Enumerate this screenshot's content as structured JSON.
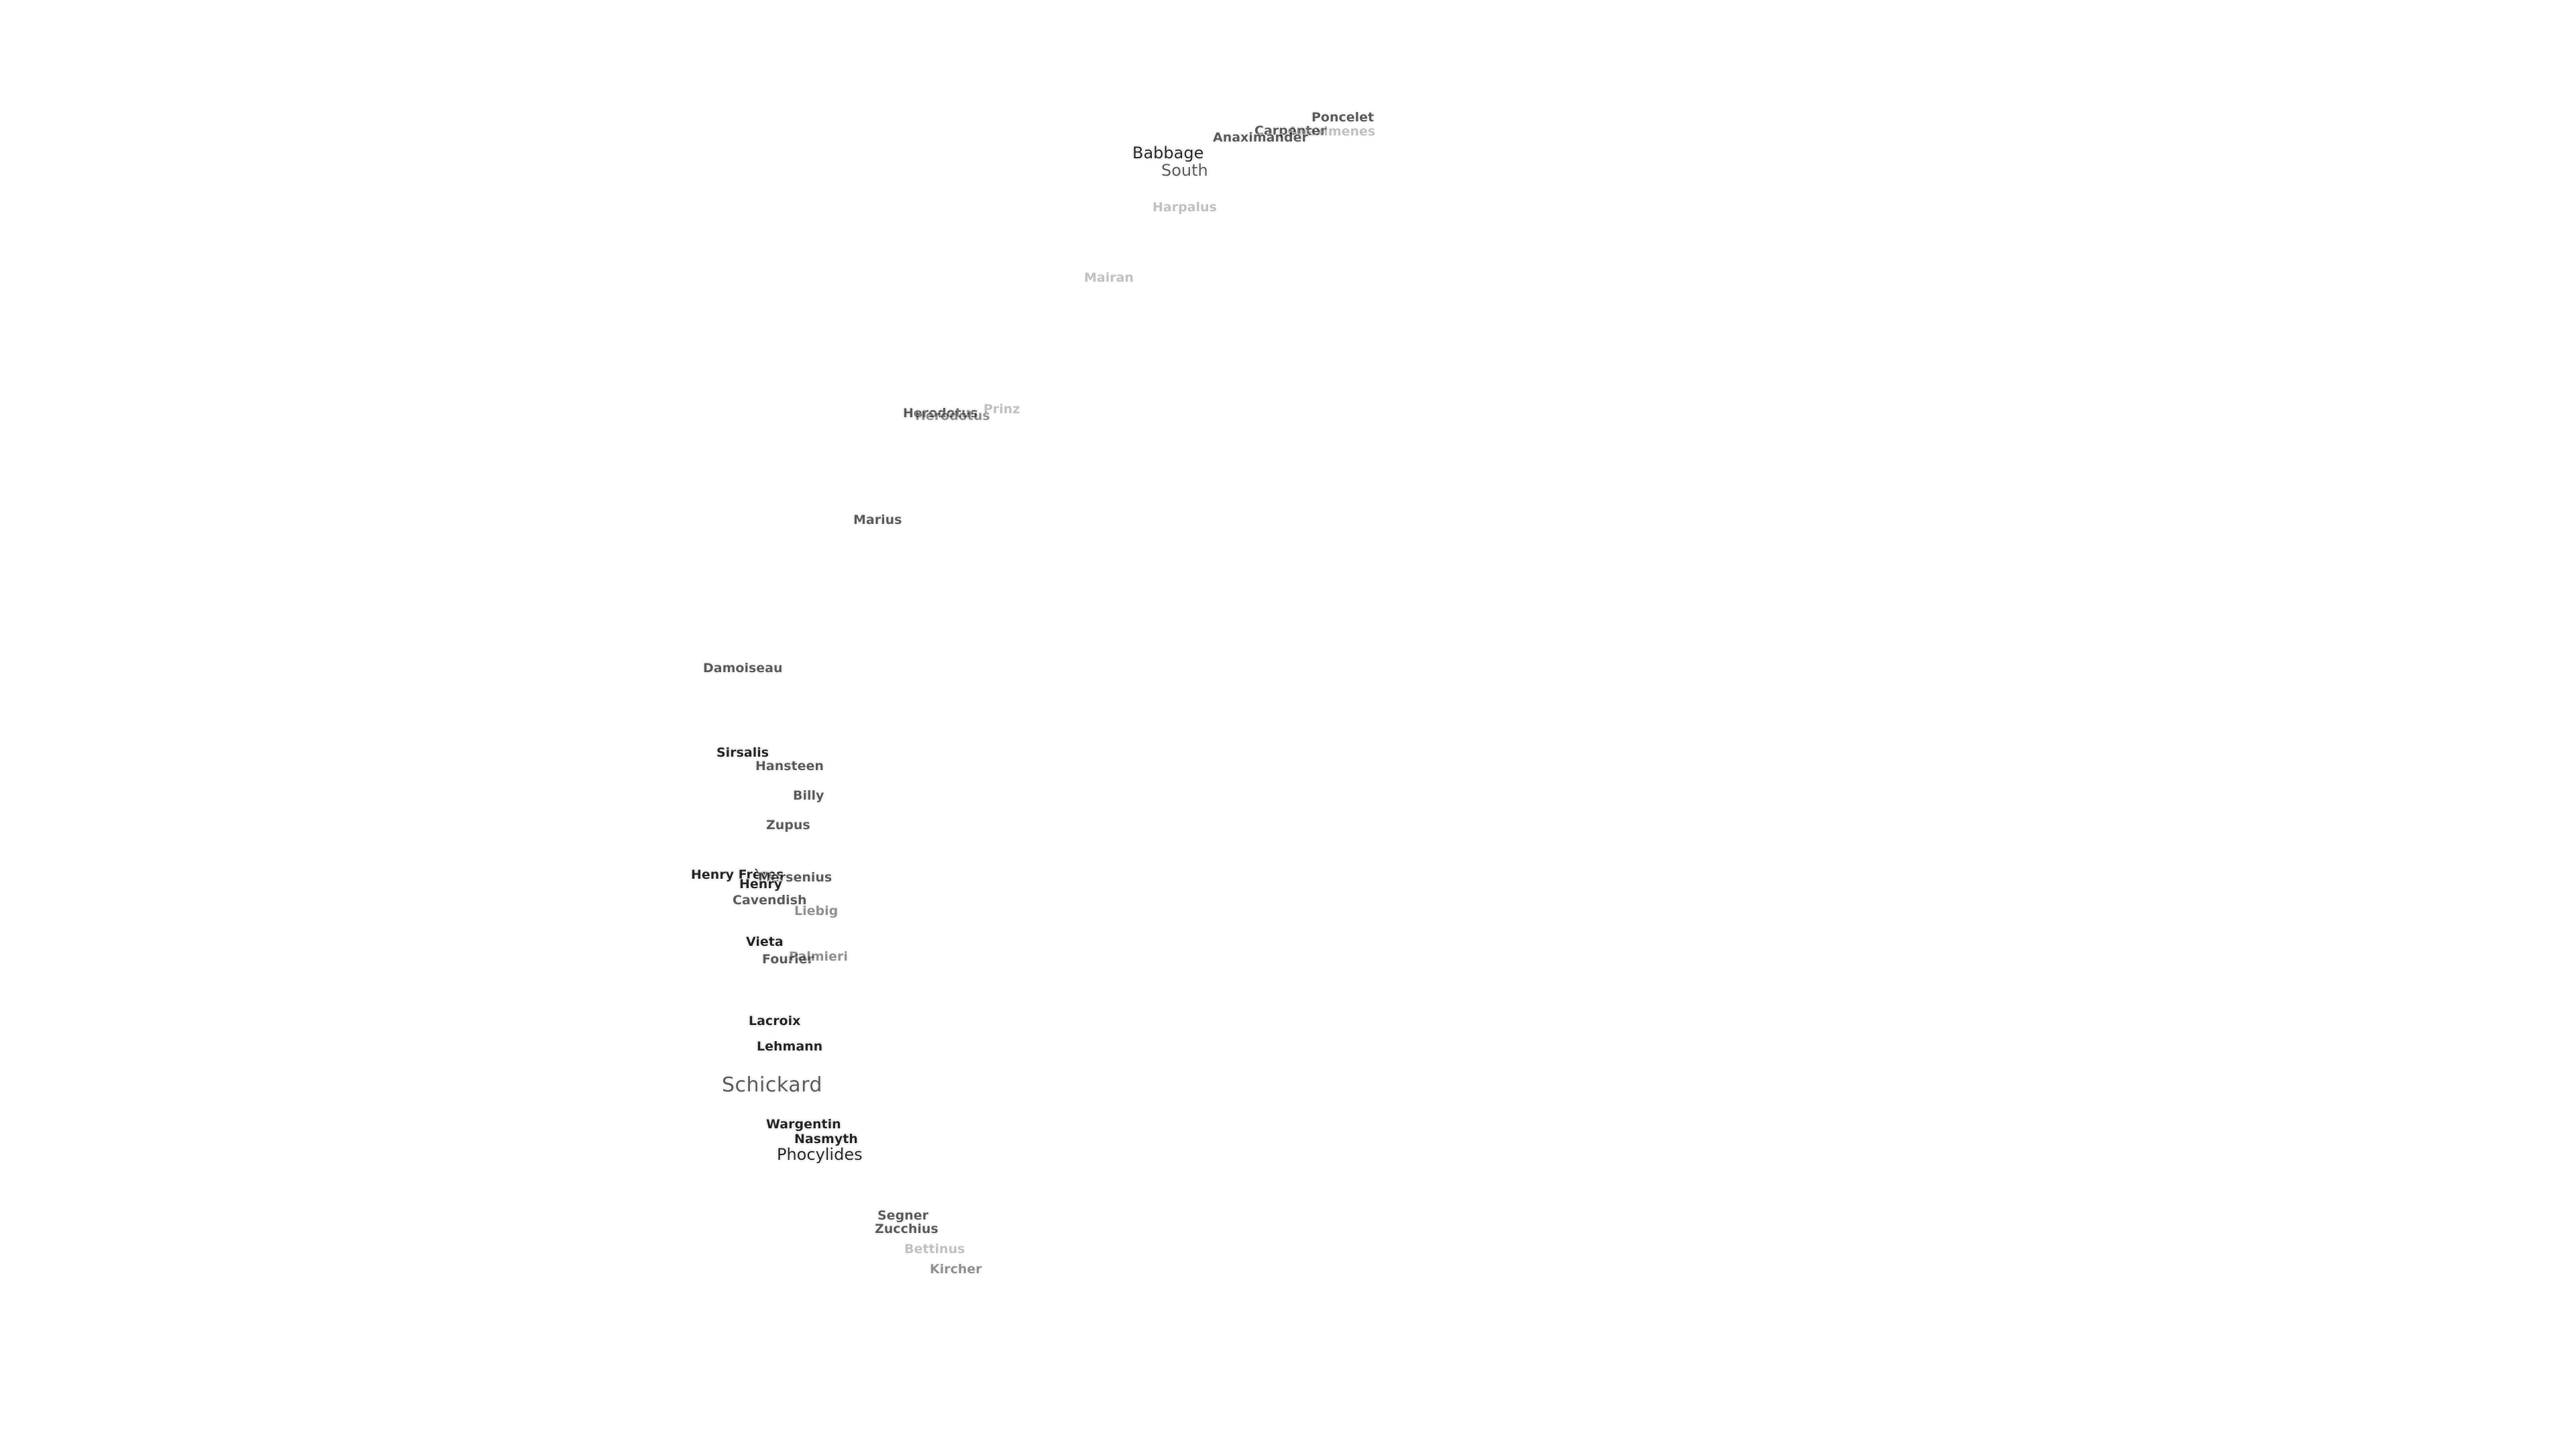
{
  "labels": {
    "poncelet": "Poncelet",
    "carpenter": "Carpenter",
    "anaximenes": "Anaximenes",
    "anaximander": "Anaximander",
    "babbage": "Babbage",
    "south": "South",
    "harpalus": "Harpalus",
    "mairan": "Mairan",
    "herodotus": "Herodotus",
    "prinz": "Prinz",
    "marius": "Marius",
    "damoiseau": "Damoiseau",
    "sirsalis": "Sirsalis",
    "hansteen": "Hansteen",
    "billy": "Billy",
    "zupus": "Zupus",
    "henry_freres": "Henry Frères",
    "henry": "Henry",
    "mersenius": "Mersenius",
    "cavendish": "Cavendish",
    "liebig": "Liebig",
    "vieta": "Vieta",
    "fourier": "Fourier",
    "palmieri": "Palmieri",
    "lacroix": "Lacroix",
    "lehmann": "Lehmann",
    "schickard": "Schickard",
    "wargentin": "Wargentin",
    "nasmyth": "Nasmyth",
    "phocylides": "Phocylides",
    "segner": "Segner",
    "zucchius": "Zucchius",
    "bettinus": "Bettinus",
    "kircher": "Kircher"
  }
}
